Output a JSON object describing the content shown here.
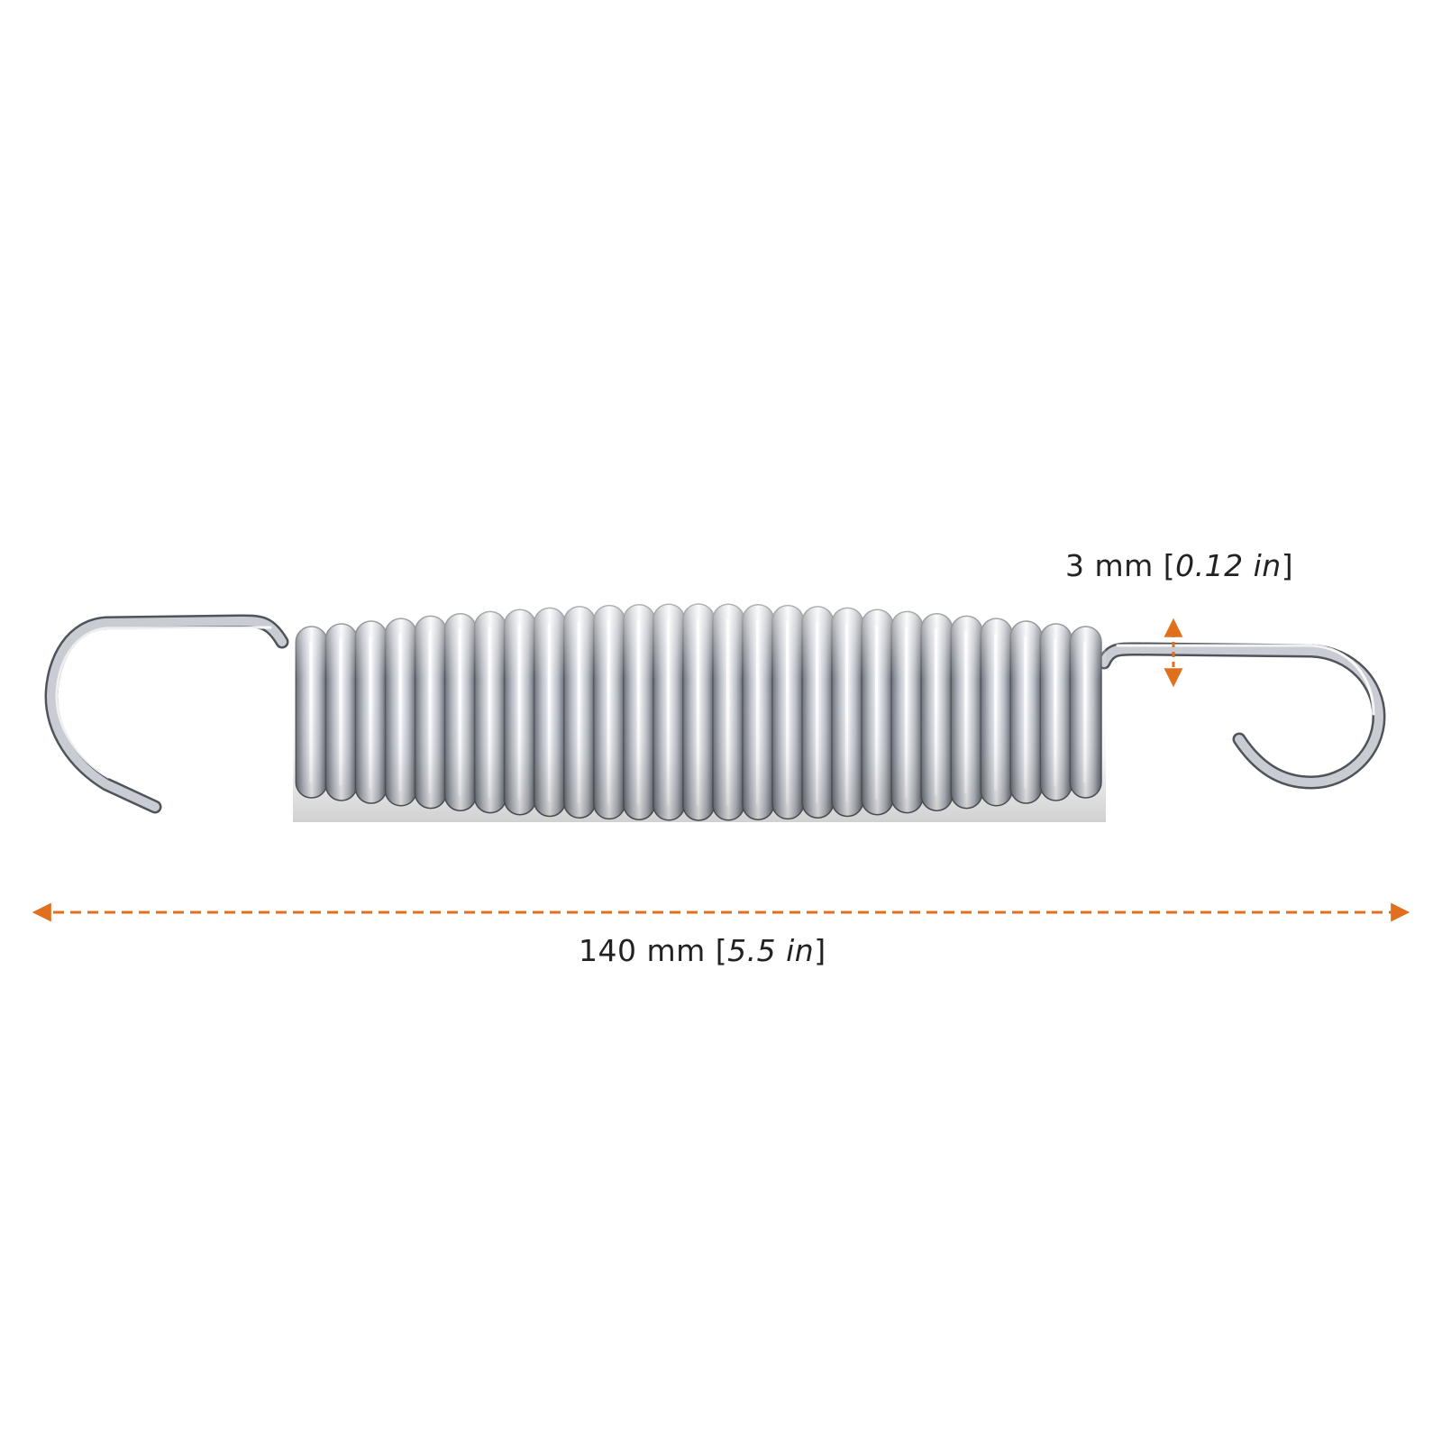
{
  "wire_diameter": {
    "metric": "3 mm",
    "imperial": "0.12 in"
  },
  "overall_length": {
    "metric": "140 mm",
    "imperial": "5.5 in"
  },
  "colors": {
    "background": "#ffffff",
    "accent": "#e0701e",
    "steel_light": "#f4f5f7",
    "steel_mid": "#b8bcc4",
    "steel_dark": "#5c6068",
    "text": "#222222"
  },
  "coil_count": 27
}
